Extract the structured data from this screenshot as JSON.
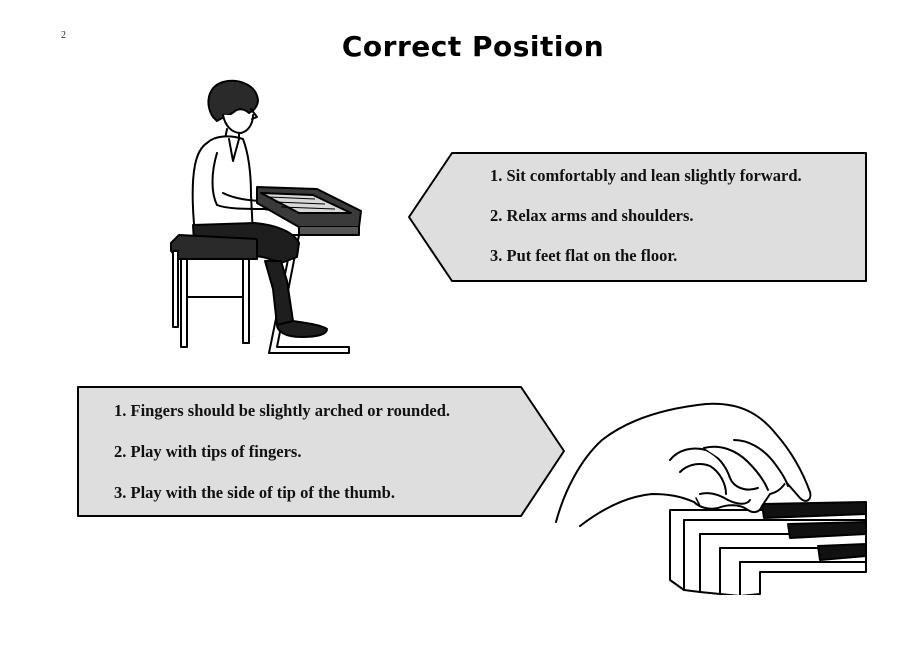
{
  "page_number": "2",
  "title": "Correct Position",
  "posture_tips": [
    "1. Sit comfortably and lean slightly forward.",
    "2. Relax arms and shoulders.",
    "3. Put feet flat on the floor."
  ],
  "hand_tips": [
    "1. Fingers should be slightly arched or rounded.",
    "2. Play with tips of fingers.",
    "3. Play with the side of tip of the thumb."
  ],
  "colors": {
    "panel_fill": "#dedede",
    "outline": "#000000",
    "text": "#111111"
  }
}
